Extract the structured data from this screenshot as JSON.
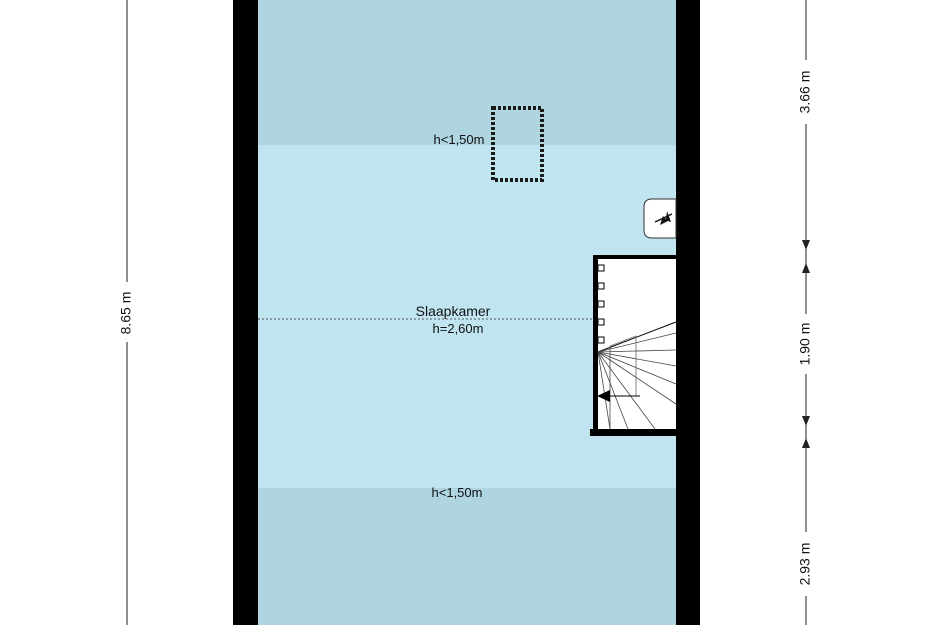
{
  "room": {
    "name": "Slaapkamer",
    "height_main": "h=2,60m",
    "height_low_top": "h<1,50m",
    "height_low_bottom": "h<1,50m"
  },
  "dimensions": {
    "total_height": "8.65 m",
    "right_top": "3.66 m",
    "right_middle": "1.90 m",
    "right_bottom": "2.93 m"
  },
  "colors": {
    "floor_main": "#c0e5f0",
    "floor_low": "#afd5e0",
    "wall": "#000000"
  },
  "icons": {
    "heater": "fire-icon",
    "stair_arrow": "arrow-left-icon"
  }
}
